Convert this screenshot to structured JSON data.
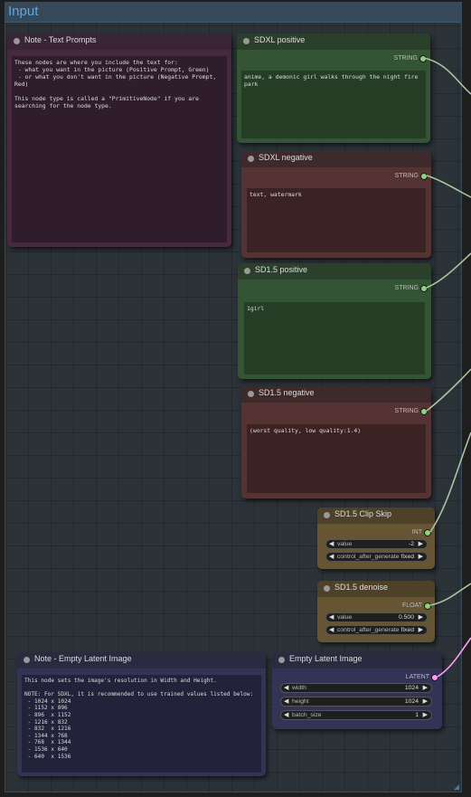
{
  "group": {
    "title": "Input"
  },
  "note_text_prompts": {
    "title": "Note - Text Prompts",
    "text": "These nodes are where you include the text for:\n - what you want in the picture (Positive Prompt, Green)\n - or what you don't want in the picture (Negative Prompt, Red)\n\nThis node type is called a \"PrimitiveNode\" if you are searching for the node type."
  },
  "sdxl_positive": {
    "title": "SDXL positive",
    "output": "STRING",
    "text": "anime, a demonic girl walks through the night fire park"
  },
  "sdxl_negative": {
    "title": "SDXL negative",
    "output": "STRING",
    "text": "text, watermark"
  },
  "sd15_positive": {
    "title": "SD1.5 positive",
    "output": "STRING",
    "text": "1girl"
  },
  "sd15_negative": {
    "title": "SD1.5 negative",
    "output": "STRING",
    "text": "(worst quality, low quality:1.4)"
  },
  "clip_skip": {
    "title": "SD1.5 Clip Skip",
    "output": "INT",
    "value_label": "value",
    "value": "-2",
    "control_label": "control_after_generate",
    "control_value": "fixed"
  },
  "denoise": {
    "title": "SD1.5 denoise",
    "output": "FLOAT",
    "value_label": "value",
    "value": "0.500",
    "control_label": "control_after_generate",
    "control_value": "fixed"
  },
  "note_latent": {
    "title": "Note - Empty Latent Image",
    "text": "This node sets the image's resolution in Width and Height.\n\nNOTE: For SDXL, it is recommended to use trained values listed below:\n - 1024 x 1024\n - 1152 x 896\n - 896  x 1152\n - 1216 x 832\n - 832  x 1216\n - 1344 x 768\n - 768  x 1344\n - 1536 x 640\n - 640  x 1536"
  },
  "empty_latent": {
    "title": "Empty Latent Image",
    "output": "LATENT",
    "width_label": "width",
    "width": "1024",
    "height_label": "height",
    "height": "1024",
    "batch_label": "batch_size",
    "batch": "1"
  },
  "colors": {
    "note_bg": "#452a3f",
    "note_head": "#3a2437",
    "green_bg": "#335533",
    "green_head": "#2b402b",
    "red_bg": "#553333",
    "red_head": "#3e2a2a",
    "yellow_bg": "#665533",
    "yellow_head": "#4e412a",
    "blue_bg": "#333355",
    "blue_head": "#2a2a40",
    "link_string": "#a8c4a0",
    "link_latent": "#ff9cf9"
  }
}
